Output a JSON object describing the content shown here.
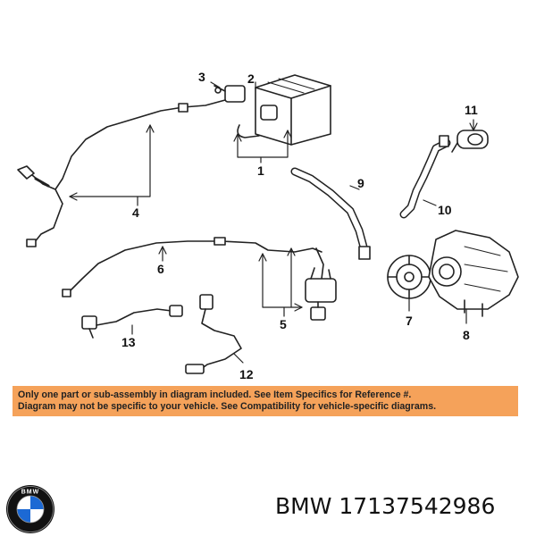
{
  "diagram": {
    "callouts": [
      "1",
      "2",
      "3",
      "4",
      "5",
      "6",
      "7",
      "8",
      "9",
      "10",
      "11",
      "12",
      "13"
    ]
  },
  "banner": {
    "line1": "Only one part or sub-assembly in diagram included. See Item Specifics for Reference #.",
    "line2": "Diagram may not be specific to your vehicle. See Compatibility for vehicle-specific diagrams."
  },
  "brand": {
    "logo_letters": "BMW",
    "logo_icon": "bmw-roundel-logo",
    "part_label": "BMW 17137542986"
  },
  "colors": {
    "banner_bg": "#f5a25a",
    "logo_blue": "#1c69d4",
    "line": "#222222"
  }
}
